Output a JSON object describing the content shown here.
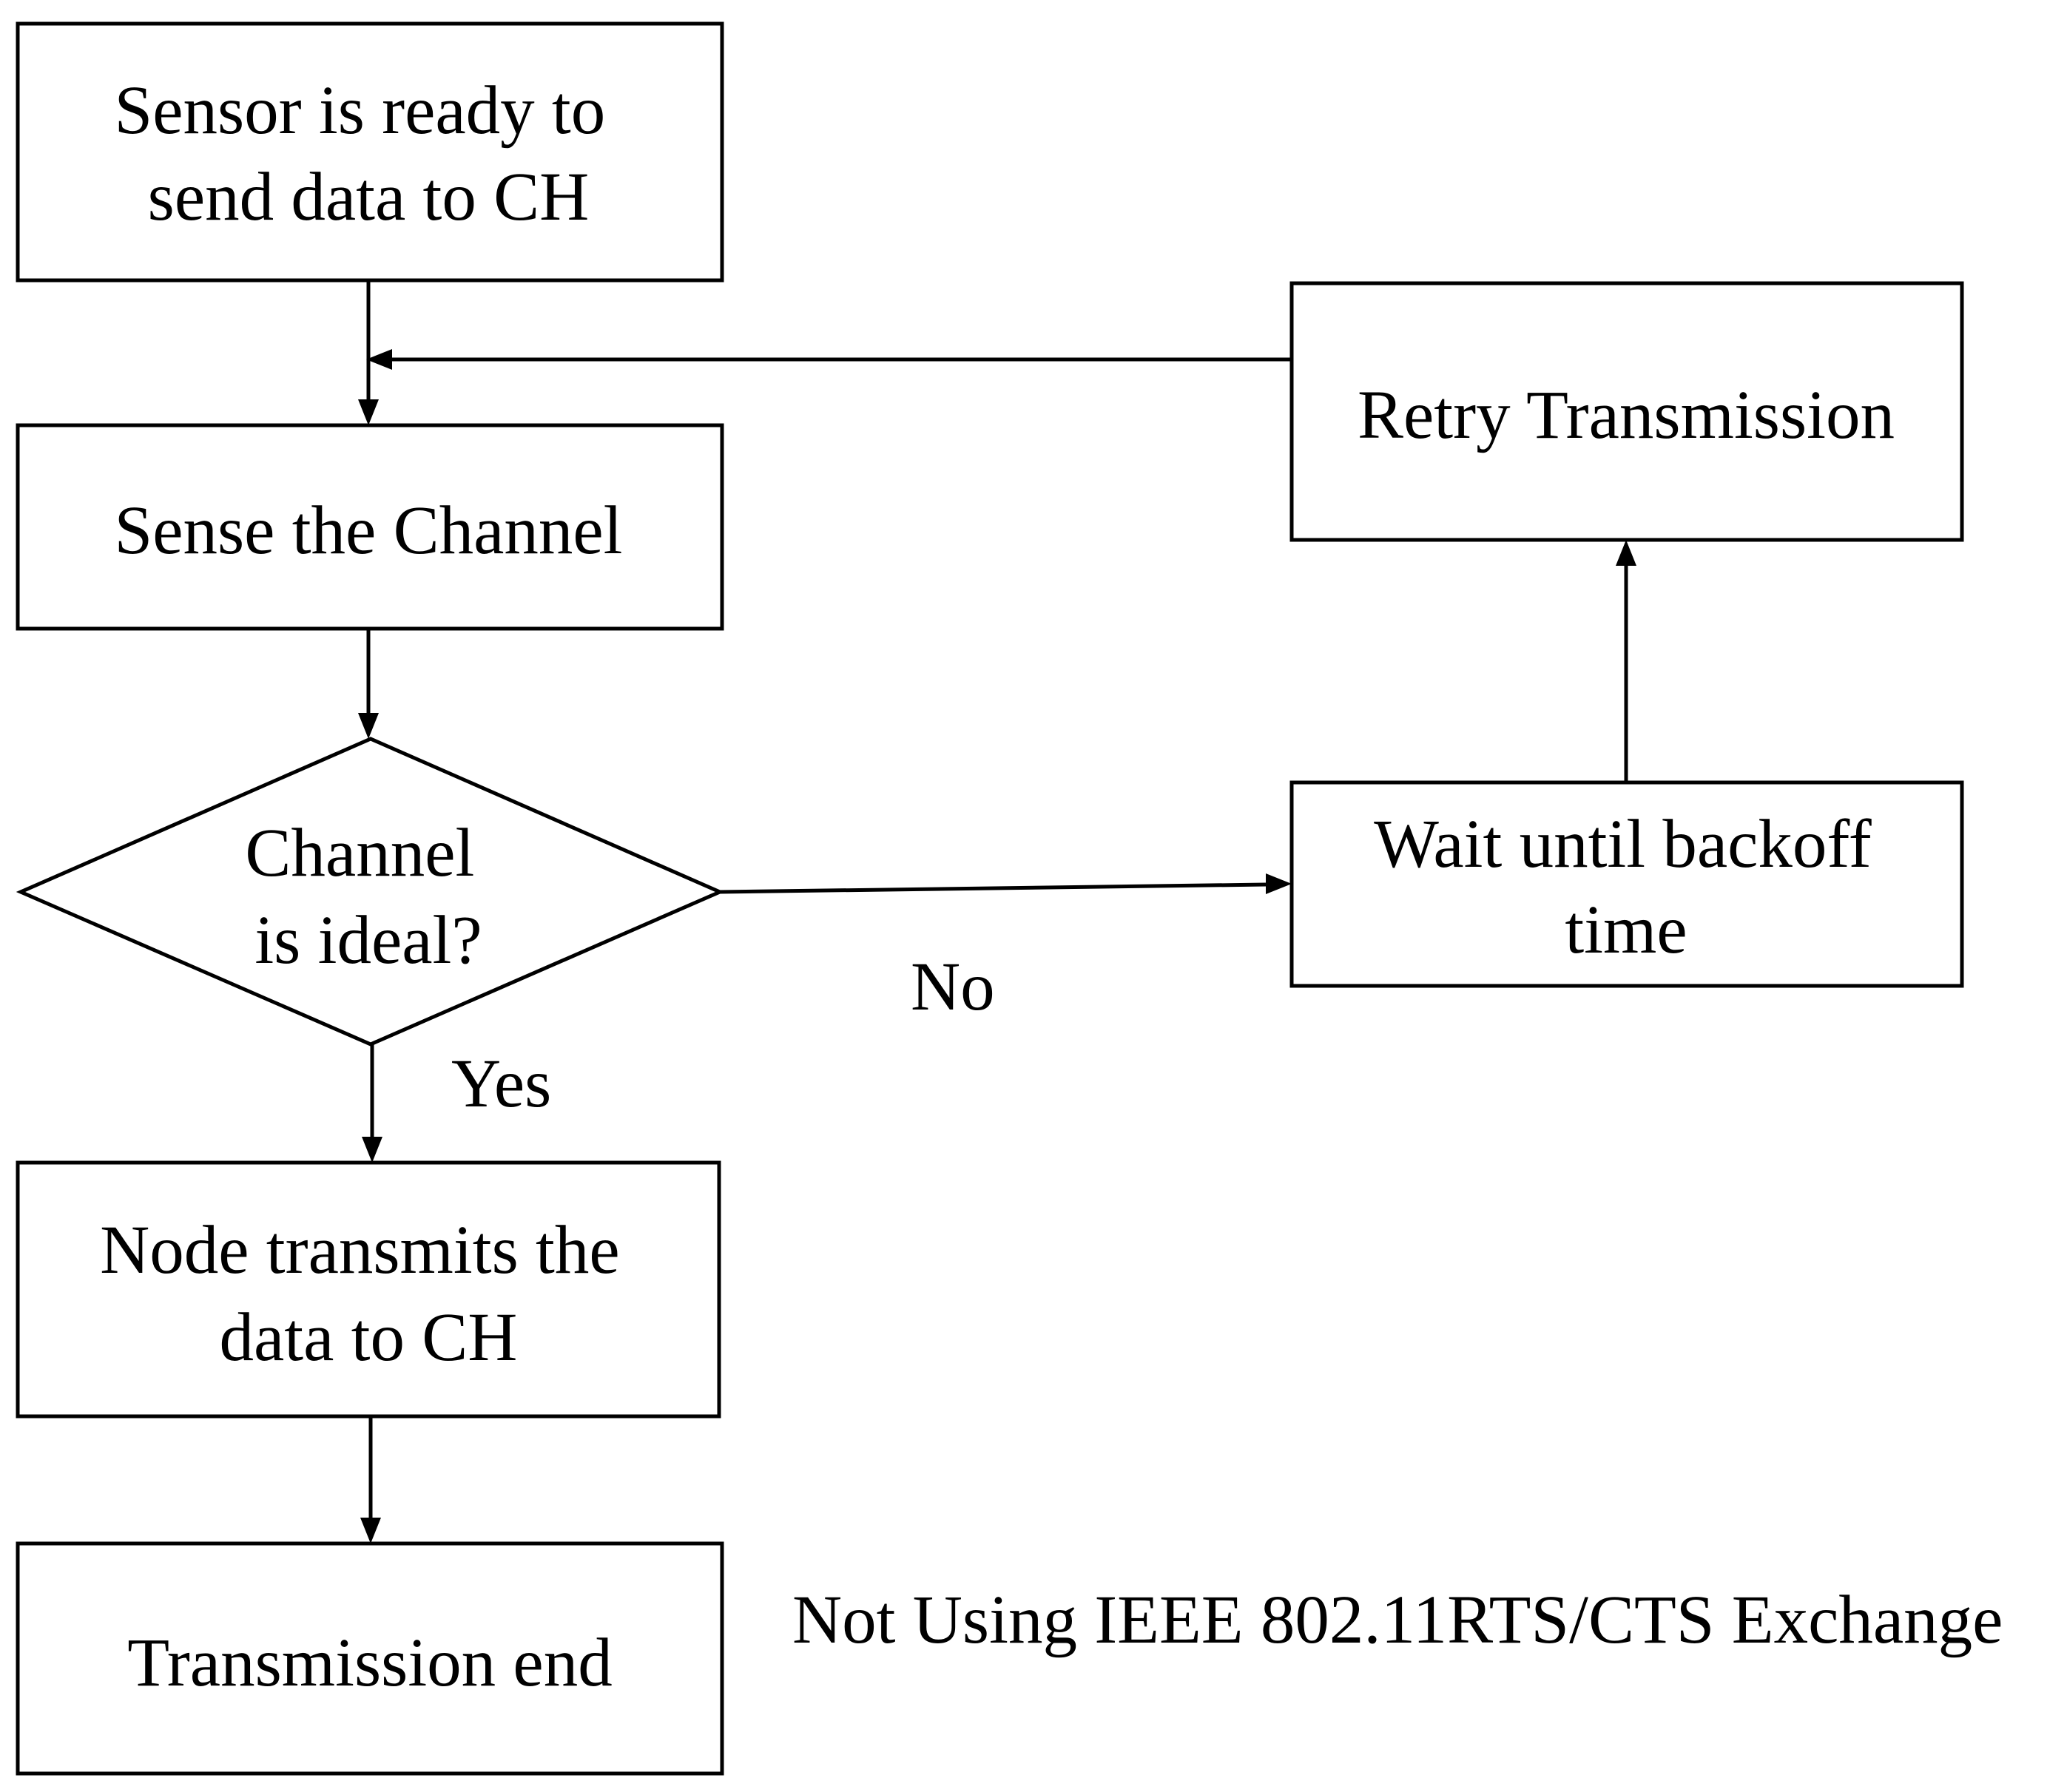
{
  "nodes": {
    "start": [
      "Sensor is ready to",
      "send data to CH"
    ],
    "sense": [
      "Sense the Channel"
    ],
    "decision": [
      "Channel",
      "is ideal?"
    ],
    "transmit": [
      "Node transmits the",
      "data to CH"
    ],
    "end": [
      "Transmission end"
    ],
    "wait": [
      "Wait until backoff",
      "time"
    ],
    "retry": [
      "Retry Transmission"
    ]
  },
  "edge_labels": {
    "yes": "Yes",
    "no": "No"
  },
  "caption": "Not Using IEEE 802.11RTS/CTS Exchange"
}
